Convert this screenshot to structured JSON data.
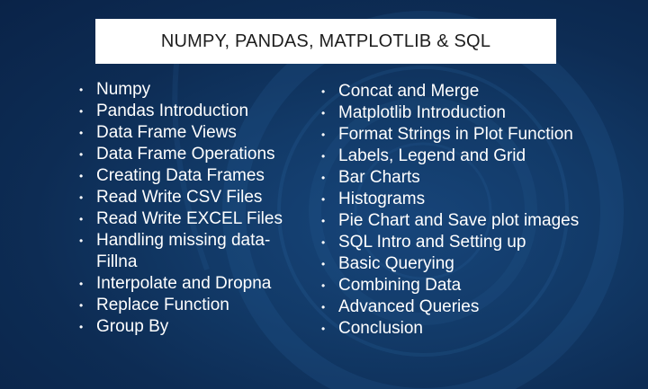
{
  "slide": {
    "title": "NUMPY, PANDAS, MATPLOTLIB & SQL",
    "bullet_glyph": "•",
    "left_items": [
      "Numpy",
      "Pandas Introduction",
      "Data Frame Views",
      "Data Frame Operations",
      "Creating Data Frames",
      "Read Write CSV Files",
      "Read Write EXCEL Files",
      "Handling missing data-Fillna",
      "Interpolate and Dropna",
      "Replace Function",
      "Group By"
    ],
    "right_items": [
      "Concat and Merge",
      "Matplotlib Introduction",
      "Format Strings in Plot Function",
      "Labels, Legend and Grid",
      "Bar Charts",
      "Histograms",
      "Pie Chart and Save plot images",
      "SQL Intro and Setting up",
      "Basic Querying",
      "Combining Data",
      "Advanced Queries",
      "Conclusion"
    ],
    "colors": {
      "background": "#0d2c54",
      "title_box": "#ffffff",
      "title_text": "#1d1d1d",
      "list_text": "#ffffff"
    }
  }
}
